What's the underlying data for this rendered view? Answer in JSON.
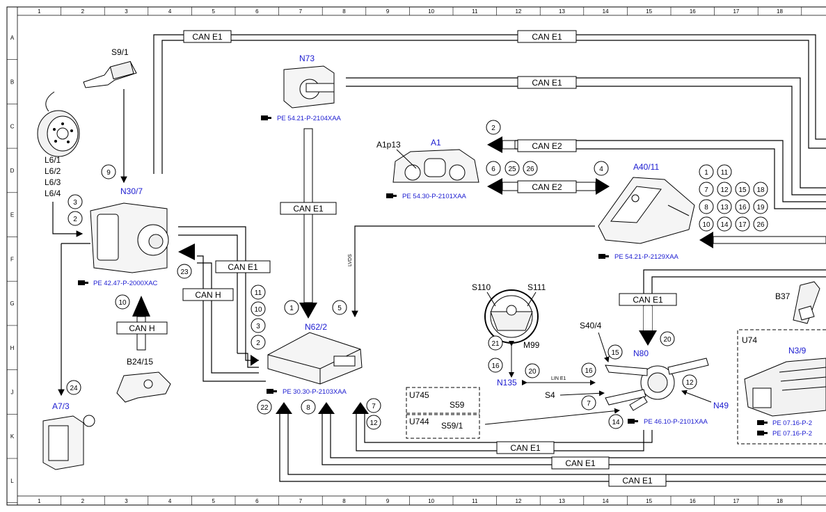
{
  "grid": {
    "columns": [
      "1",
      "2",
      "3",
      "4",
      "5",
      "6",
      "7",
      "8",
      "9",
      "10",
      "11",
      "12",
      "13",
      "14",
      "15",
      "16",
      "17",
      "18"
    ],
    "rows": [
      "A",
      "B",
      "C",
      "D",
      "E",
      "F",
      "G",
      "H",
      "J",
      "K",
      "L"
    ]
  },
  "components": {
    "s9_1": "S9/1",
    "l6": [
      "L6/1",
      "L6/2",
      "L6/3",
      "L6/4"
    ],
    "n30_7": "N30/7",
    "n30_7_ref": "PE 42.47-P-2000XAC",
    "b24_15": "B24/15",
    "a7_3": "A7/3",
    "n73": "N73",
    "n73_ref": "PE 54.21-P-2104XAA",
    "a1p13": "A1p13",
    "a1": "A1",
    "a1_ref": "PE 54.30-P-2101XAA",
    "a40_11": "A40/11",
    "a40_11_ref": "PE 54.21-P-2129XAA",
    "n62_2": "N62/2",
    "n62_2_ref": "PE 30.30-P-2103XAA",
    "s110": "S110",
    "s111": "S111",
    "m99": "M99",
    "n135": "N135",
    "lin_e1": "LIN E1",
    "s4": "S4",
    "s40_4": "S40/4",
    "n80": "N80",
    "n80_ref": "PE 46.10-P-2101XAA",
    "n49": "N49",
    "b37": "B37",
    "u74": "U74",
    "n3_9": "N3/9",
    "n3_9_ref_1": "PE 07.16-P-2",
    "n3_9_ref_2": "PE 07.16-P-2",
    "u745": "U745",
    "s59": "S59",
    "u744": "U744",
    "s59_1": "S59/1",
    "lvds": "LVDS"
  },
  "buses": {
    "can_e1": "CAN E1",
    "can_e2": "CAN E2",
    "can_h": "CAN H"
  },
  "callouts": {
    "n30_7_in": [
      "3",
      "2"
    ],
    "s9_1": "9",
    "n30_7_out": "23",
    "b24_15": "10",
    "a7_3": "24",
    "a1_top": "2",
    "a1_row": [
      "6",
      "25",
      "26"
    ],
    "a40_11": "4",
    "a40_11_grid": [
      "1",
      "11",
      "7",
      "12",
      "15",
      "18",
      "8",
      "13",
      "16",
      "19",
      "10",
      "14",
      "17",
      "26"
    ],
    "n62_2_stack": [
      "11",
      "10",
      "3",
      "2"
    ],
    "n62_2_n73": "1",
    "n62_2_lvds": "5",
    "n62_2_bottom": [
      "22",
      "8"
    ],
    "n62_2_right": [
      "7",
      "12"
    ],
    "steering": [
      "21",
      "16"
    ],
    "n135": "20",
    "n80_top": "20",
    "s40_4": "15",
    "n80_left": [
      "16",
      "7"
    ],
    "n80_right": "12",
    "n80_bottom": "14"
  },
  "colors": {
    "blue_label": "#1a1ad0",
    "line": "#000000"
  }
}
